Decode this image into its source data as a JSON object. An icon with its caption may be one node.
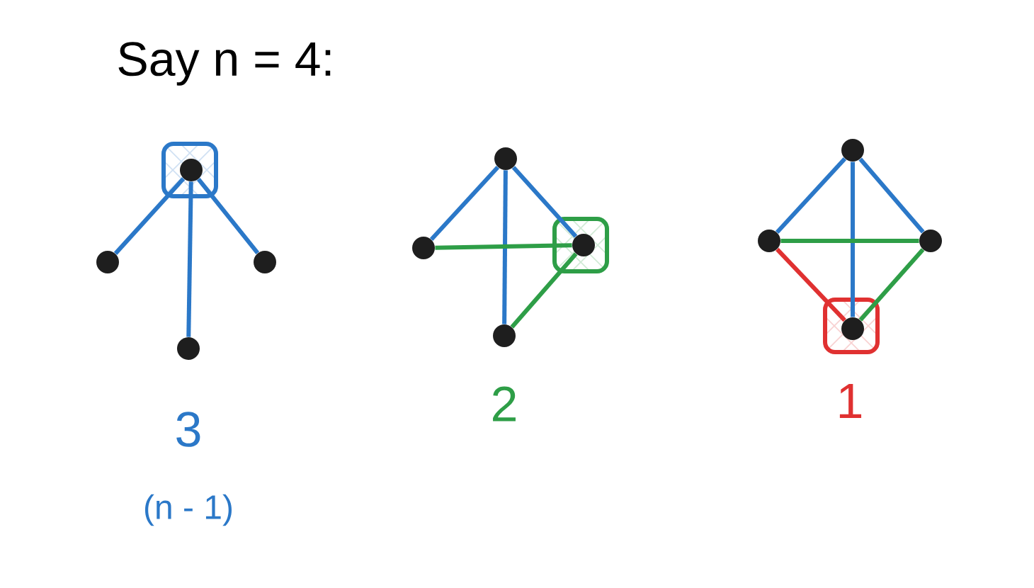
{
  "diagram": {
    "title": "Say n = 4:",
    "nodes": [
      {
        "text": [],
        "shape": "circle"
      },
      {
        "text": [],
        "shape": "circle"
      },
      {
        "text": [],
        "shape": "circle"
      },
      {
        "text": [],
        "shape": "circle"
      },
      {
        "text": [],
        "shape": "circle"
      },
      {
        "text": [],
        "shape": "circle"
      },
      {
        "text": [],
        "shape": "circle"
      },
      {
        "text": [],
        "shape": "circle"
      },
      {
        "text": [],
        "shape": "circle"
      },
      {
        "text": [],
        "shape": "circle"
      },
      {
        "text": [],
        "shape": "circle"
      },
      {
        "text": [],
        "shape": "circle"
      }
    ],
    "edges": [
      {
        "from": 0,
        "to": 1,
        "arrow": "none"
      },
      {
        "from": 0,
        "to": 2,
        "arrow": "none"
      },
      {
        "from": 0,
        "to": 3,
        "arrow": "none"
      },
      {
        "from": 4,
        "to": 5,
        "arrow": "none"
      },
      {
        "from": 4,
        "to": 6,
        "arrow": "none"
      },
      {
        "from": 4,
        "to": 7,
        "arrow": "none"
      },
      {
        "from": 5,
        "to": 6,
        "arrow": "none",
        "color": "#2e9e47"
      },
      {
        "from": 7,
        "to": 6,
        "arrow": "none",
        "color": "#2e9e47"
      },
      {
        "from": 8,
        "to": 9,
        "arrow": "none"
      },
      {
        "from": 8,
        "to": 10,
        "arrow": "none"
      },
      {
        "from": 8,
        "to": 11,
        "arrow": "none"
      },
      {
        "from": 9,
        "to": 10,
        "arrow": "none",
        "color": "#2e9e47"
      },
      {
        "from": 10,
        "to": 11,
        "arrow": "none",
        "color": "#2e9e47"
      },
      {
        "from": 9,
        "to": 11,
        "arrow": "none",
        "color": "#e03131"
      }
    ],
    "labels": [
      "3",
      "2",
      "1",
      "(n - 1)"
    ]
  }
}
